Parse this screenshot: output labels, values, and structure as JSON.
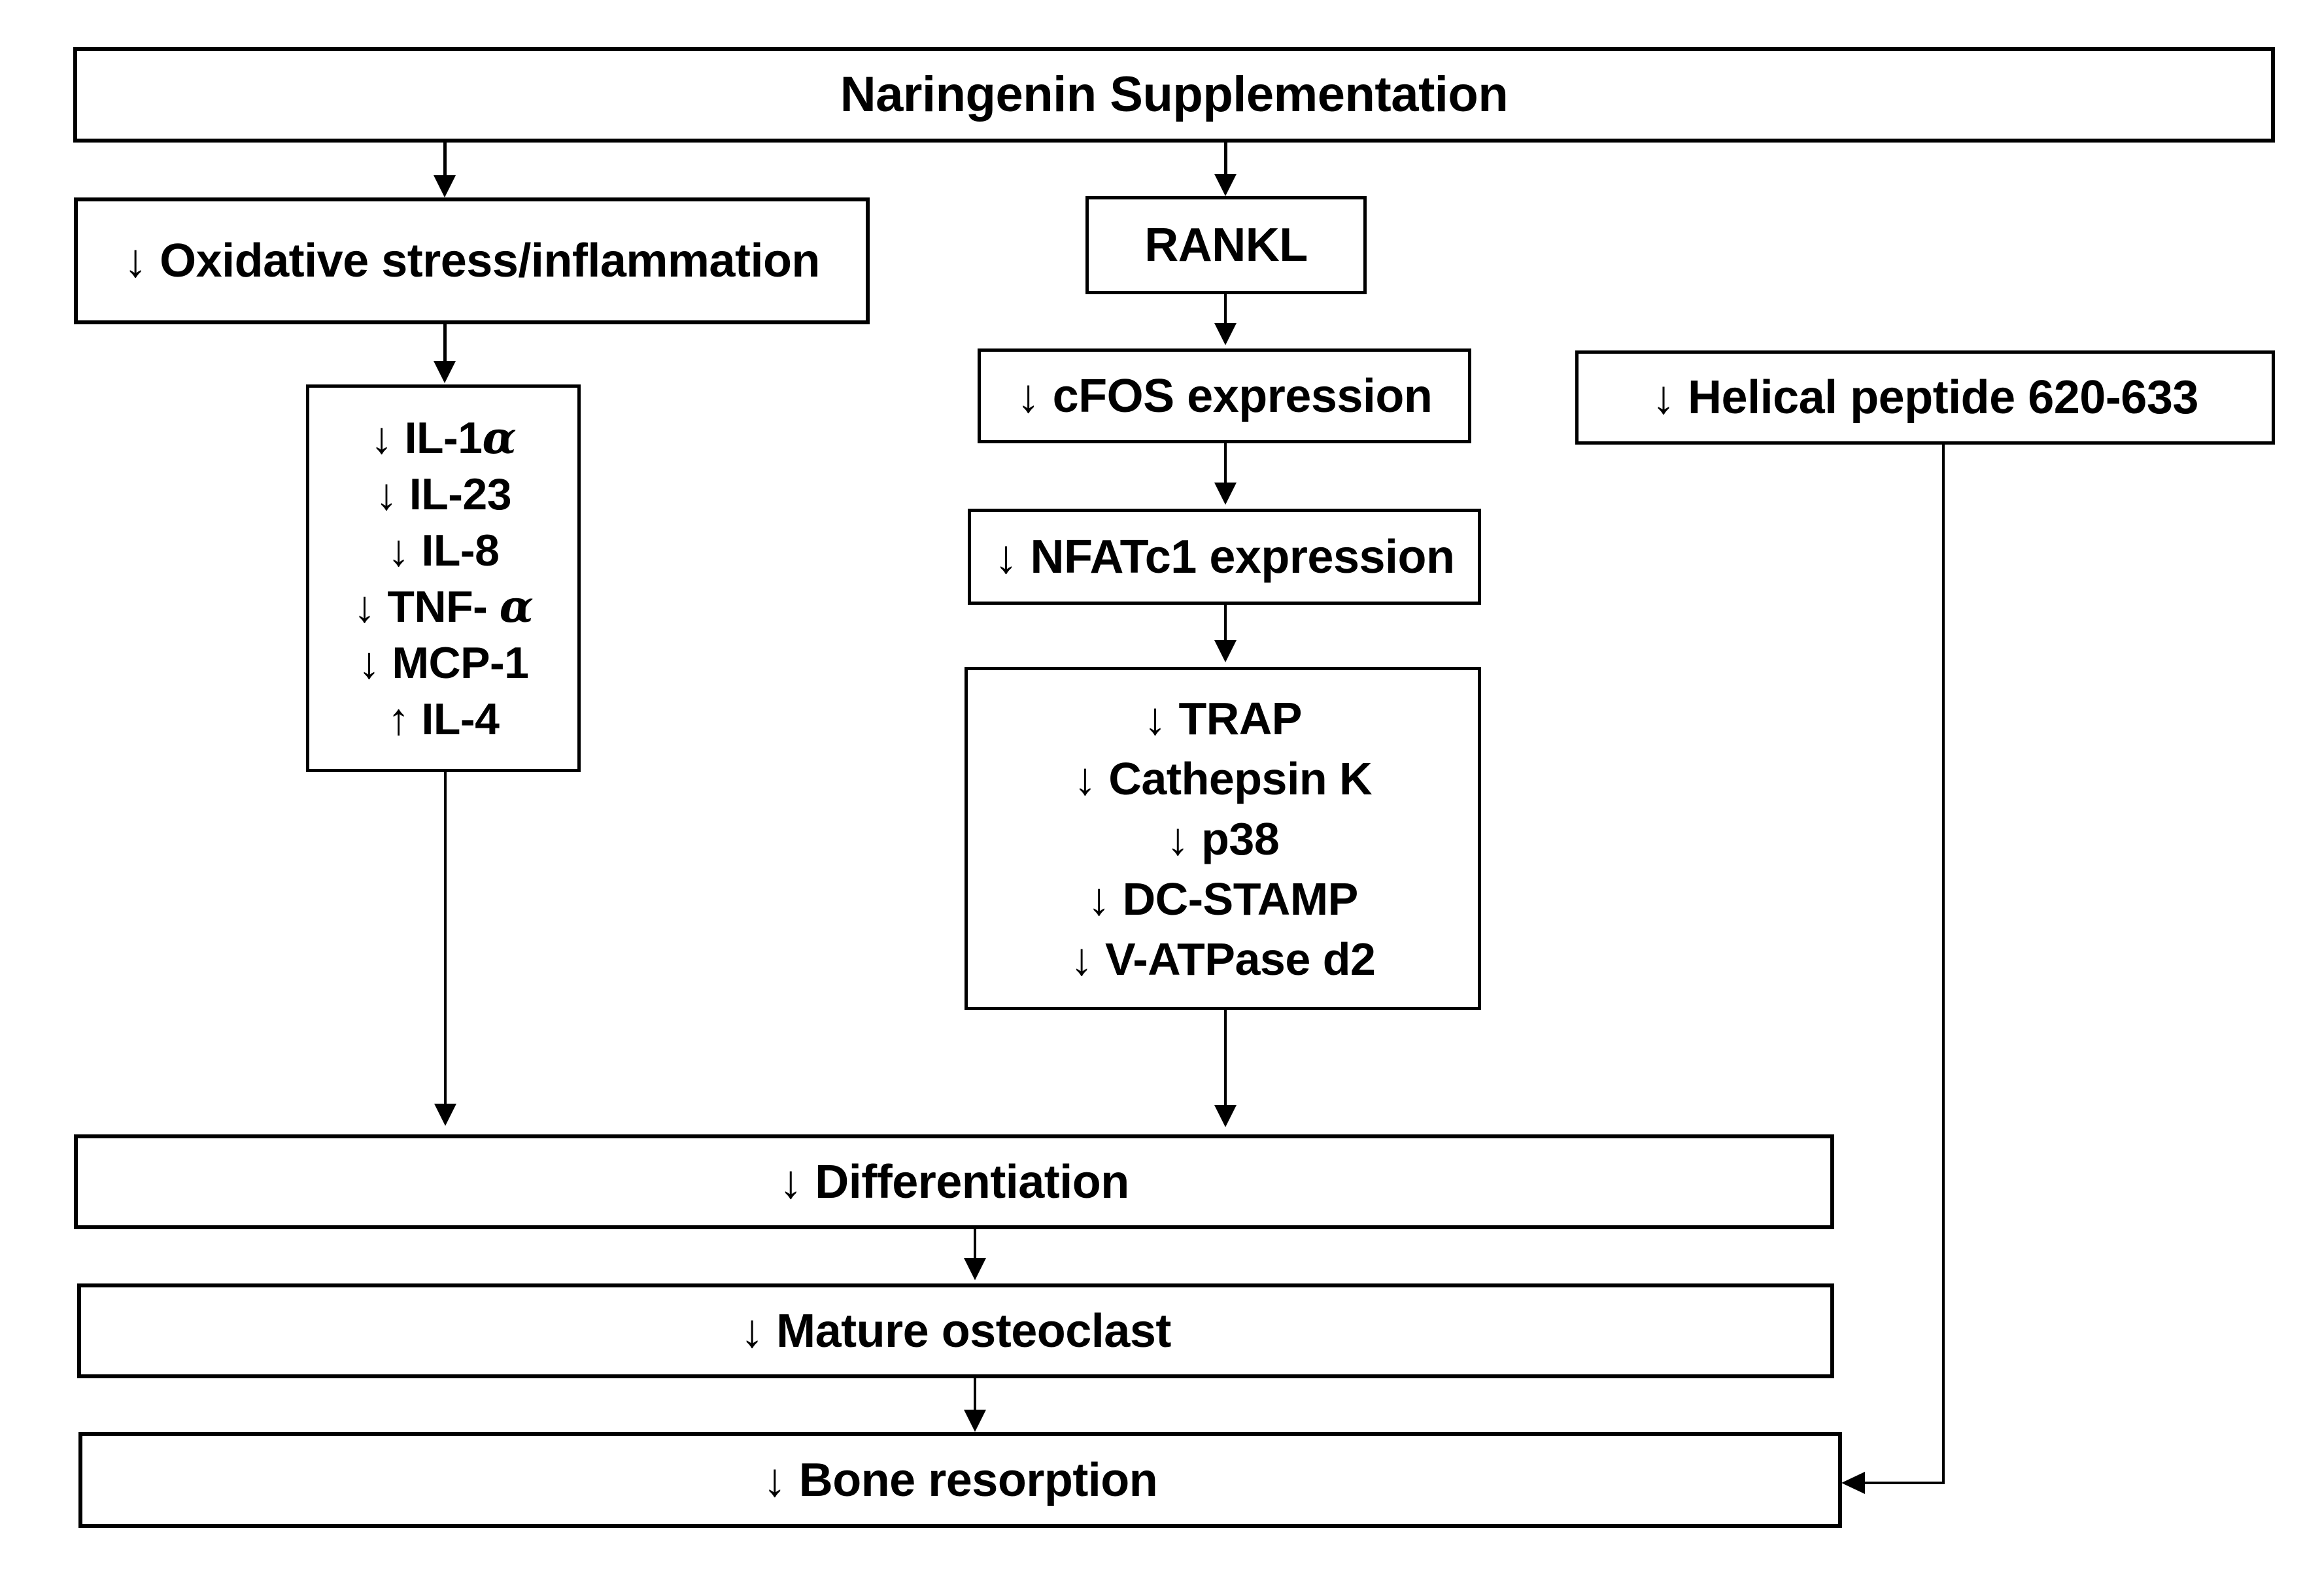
{
  "diagram": {
    "title": "Naringenin Supplementation pathway flowchart",
    "colors": {
      "ink": "#000000",
      "background": "#ffffff"
    },
    "nodes": {
      "naringenin": {
        "label": "Naringenin Supplementation"
      },
      "oxidative": {
        "label": "↓ Oxidative stress/inflammation"
      },
      "rankl": {
        "label": "RANKL"
      },
      "cfos": {
        "label": "↓ cFOS expression"
      },
      "nfatc1": {
        "label": "↓ NFATc1 expression"
      },
      "helical": {
        "label": "↓ Helical peptide 620-633"
      },
      "differentiation": {
        "label": "↓ Differentiation"
      },
      "mature_osteoclast": {
        "label": "↓ Mature osteoclast"
      },
      "bone_resorption": {
        "label": "↓ Bone resorption"
      }
    },
    "cytokine_list": {
      "items": [
        {
          "arrow": "↓",
          "name": "IL-1",
          "suffix": "α"
        },
        {
          "arrow": "↓",
          "name": "IL-23",
          "suffix": ""
        },
        {
          "arrow": "↓",
          "name": "IL-8",
          "suffix": ""
        },
        {
          "arrow": "↓",
          "name": "TNF- ",
          "suffix": "α"
        },
        {
          "arrow": "↓",
          "name": "MCP-1",
          "suffix": ""
        },
        {
          "arrow": "↑",
          "name": "IL-4",
          "suffix": ""
        }
      ]
    },
    "osteoclast_markers": {
      "items": [
        {
          "arrow": "↓",
          "name": "TRAP"
        },
        {
          "arrow": "↓",
          "name": "Cathepsin K"
        },
        {
          "arrow": "↓",
          "name": "p38"
        },
        {
          "arrow": "↓",
          "name": "DC-STAMP"
        },
        {
          "arrow": "↓",
          "name": "V-ATPase d2"
        }
      ]
    }
  }
}
